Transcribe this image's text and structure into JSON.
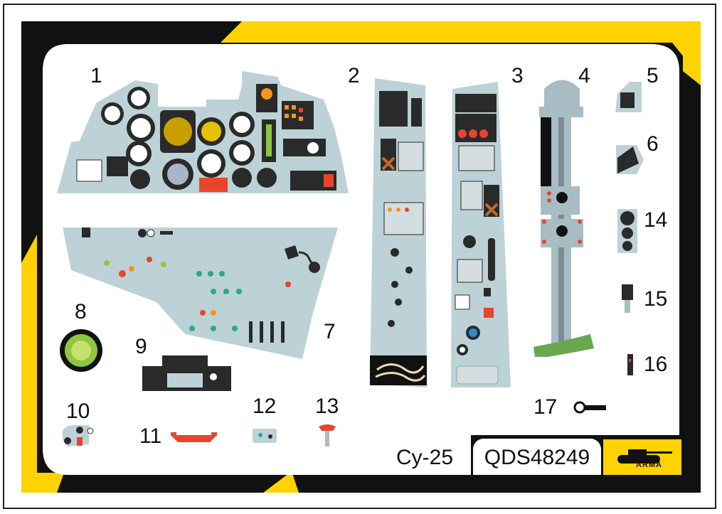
{
  "sheet": {
    "title": "Су-25",
    "code": "QDS48249",
    "brand": "ARMA"
  },
  "labels": [
    "1",
    "2",
    "3",
    "4",
    "5",
    "6",
    "7",
    "8",
    "9",
    "10",
    "11",
    "12",
    "13",
    "14",
    "15",
    "16",
    "17"
  ],
  "colors": {
    "frame_black": "#111111",
    "accent_yellow": "#ffd200",
    "panel_grey": "#bcd2d6",
    "instrument_dark": "#2a2a2a",
    "warning_red": "#e8452c",
    "lamp_green": "#8ec63f",
    "lamp_orange": "#f7941d"
  }
}
